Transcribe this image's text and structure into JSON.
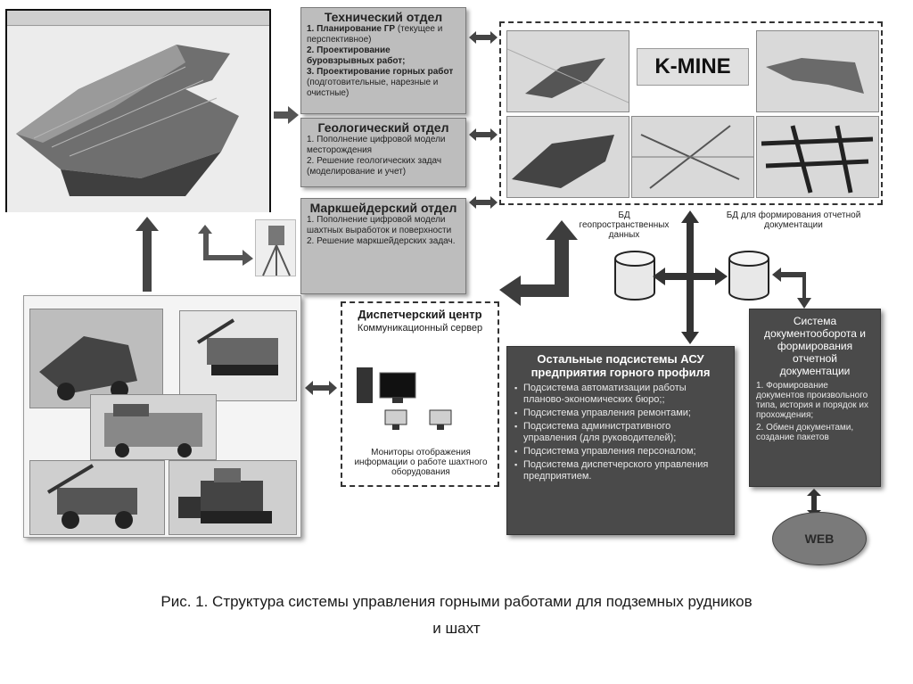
{
  "tech_dept": {
    "title": "Технический отдел",
    "items": [
      {
        "bold": "1. Планирование ГР",
        "rest": " (текущее и перспективное)"
      },
      {
        "bold": "2. Проектирование буровзрывных работ;",
        "rest": ""
      },
      {
        "bold": "3. Проектирование горных работ",
        "rest": " (подготовительные, нарезные и очистные)"
      }
    ]
  },
  "geo_dept": {
    "title": "Геологический отдел",
    "items": [
      "1. Пополнение цифровой модели месторождения",
      "2. Решение геологических задач (моделирование и учет)"
    ]
  },
  "survey_dept": {
    "title": "Маркшейдерский отдел",
    "items": [
      "1. Пополнение цифровой модели шахтных выработок и поверхности",
      "2. Решение маркшейдерских задач."
    ]
  },
  "kmine": {
    "label": "K-MINE"
  },
  "db_geo": {
    "label": "БД геопространственных данных"
  },
  "db_report": {
    "label": "БД для формирования отчетной документации"
  },
  "dispatch": {
    "title": "Диспетчерский центр",
    "server": "Коммуникационный сервер",
    "monitors": "Мониторы отображения информации о работе шахтного оборудования"
  },
  "asu": {
    "title": "Остальные подсистемы АСУ предприятия горного профиля",
    "items": [
      "Подсистема автоматизации работы планово-экономических бюро;;",
      "Подсистема управления ремонтами;",
      "Подсистема административного управления (для руководителей);",
      "Подсистема управления персоналом;",
      "Подсистема диспетчерского управления предприятием."
    ]
  },
  "docs": {
    "title": "Система документооборота и формирования отчетной документации",
    "items": [
      "1. Формирование документов произвольного типа, история и порядок их прохождения;",
      "2. Обмен документами, создание пакетов"
    ]
  },
  "web": {
    "label": "WEB"
  },
  "caption": {
    "line1": "Рис. 1. Структура системы управления горными работами для подземных рудников",
    "line2": "и шахт"
  }
}
